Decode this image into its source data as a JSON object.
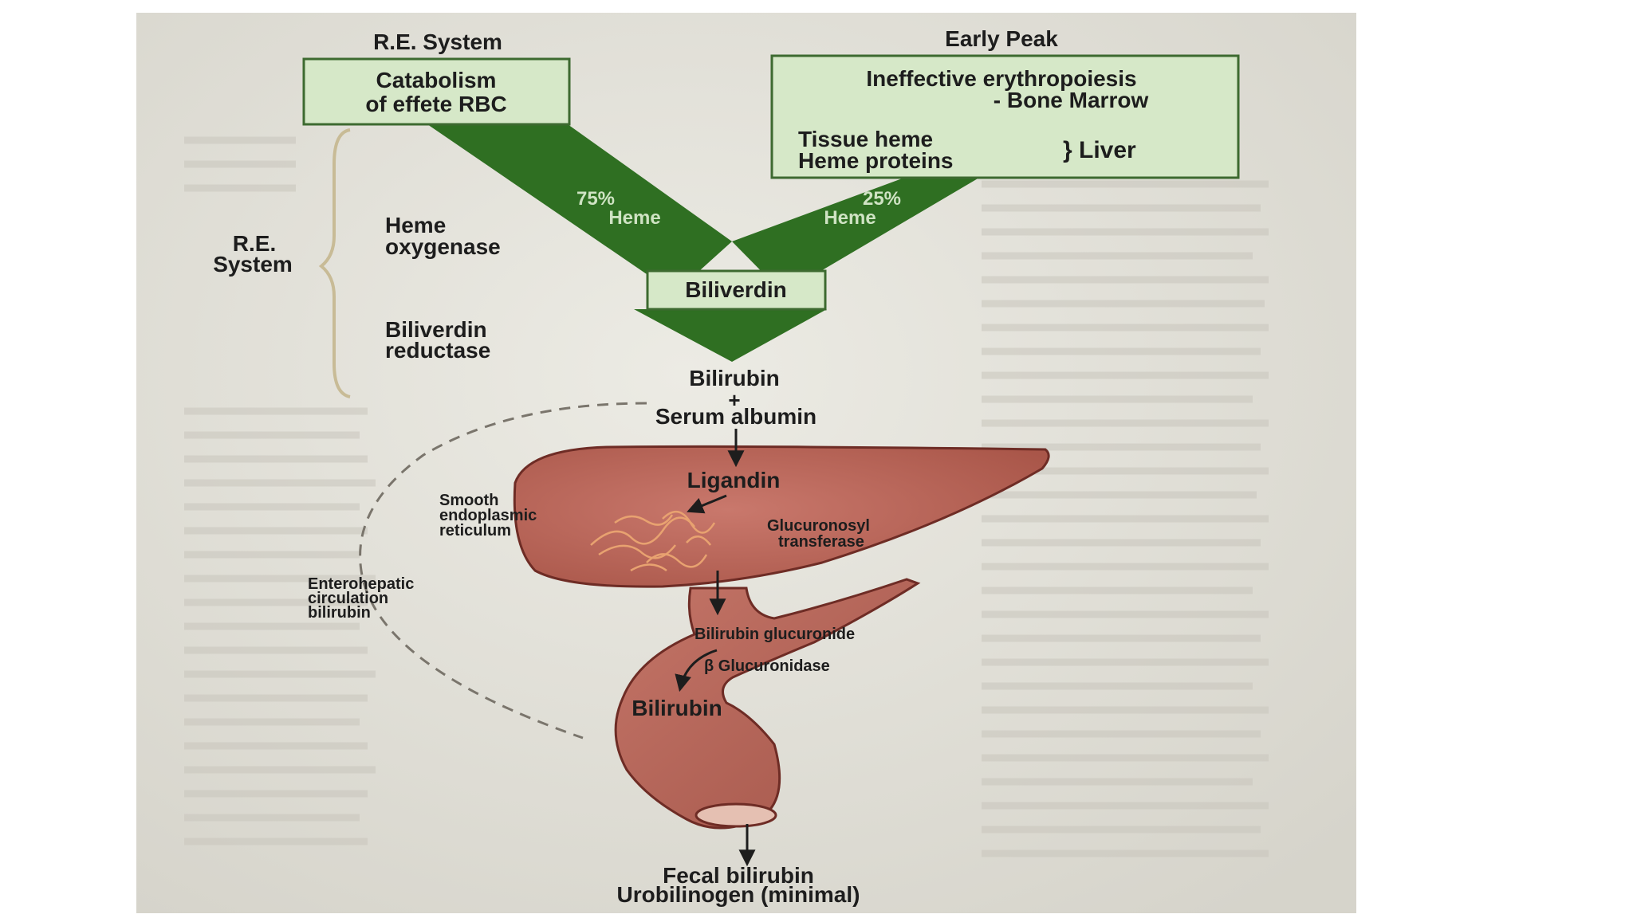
{
  "headings": {
    "left": "R.E. System",
    "right": "Early Peak"
  },
  "box_catabolism": {
    "line1": "Catabolism",
    "line2": "of effete RBC"
  },
  "box_early": {
    "line1": "Ineffective erythropoiesis",
    "line2": "- Bone Marrow",
    "line3": "Tissue heme",
    "line4": "Heme proteins",
    "brace_label": "} Liver"
  },
  "side_brace_label": {
    "line1": "R.E.",
    "line2": "System"
  },
  "enzymes": {
    "heme_oxygenase": {
      "line1": "Heme",
      "line2": "oxygenase"
    },
    "biliverdin_reductase": {
      "line1": "Biliverdin",
      "line2": "reductase"
    }
  },
  "arms": {
    "left": {
      "percent": "75%",
      "label": "Heme"
    },
    "right": {
      "percent": "25%",
      "label": "Heme"
    }
  },
  "biliverdin": "Biliverdin",
  "bilirubin_albumin": {
    "line1": "Bilirubin",
    "plus": "+",
    "line2": "Serum albumin"
  },
  "liver_labels": {
    "ligandin": "Ligandin",
    "ser": {
      "line1": "Smooth",
      "line2": "endoplasmic",
      "line3": "reticulum"
    },
    "udpgt": {
      "line1": "Glucuronosyl",
      "line2": "transferase"
    }
  },
  "enterohepatic": {
    "line1": "Enterohepatic",
    "line2": "circulation",
    "line3": "bilirubin"
  },
  "gut_labels": {
    "glucuronide": "Bilirubin glucuronide",
    "glucuronidase": "β Glucuronidase",
    "bilirubin": "Bilirubin"
  },
  "output": {
    "line1": "Fecal bilirubin",
    "line2": "Urobilinogen (minimal)"
  },
  "colors": {
    "paper": "#e4e2da",
    "green_arrow": "#2f6f22",
    "box_fill": "#d6e8c8",
    "box_stroke": "#3d6a30",
    "organ": "#b9665a",
    "organ_stroke": "#6e2c25",
    "text": "#1d1d1d",
    "arm_text": "#cfe3c3"
  }
}
